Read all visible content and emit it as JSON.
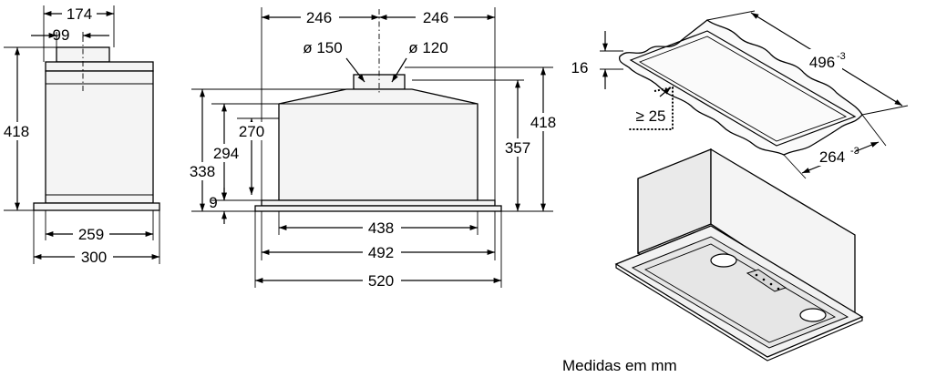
{
  "units_note": "Medidas em mm",
  "front_view": {
    "dim_top": "174",
    "dim_duct": "99",
    "dim_height": "418",
    "dim_inner": "259",
    "dim_base": "300"
  },
  "side_view": {
    "dim_left_half": "246",
    "dim_right_half": "246",
    "dim_duct_large": "ø 150",
    "dim_duct_small": "ø 120",
    "dim_total_height": "418",
    "dim_body_height": "357",
    "dim_338": "338",
    "dim_294": "294",
    "dim_270": "270",
    "dim_9": "9",
    "dim_438": "438",
    "dim_492": "492",
    "dim_520": "520"
  },
  "cutout": {
    "dim_thickness": "16",
    "dim_length": "496",
    "dim_length_tol": "-3",
    "dim_width": "264",
    "dim_width_tol": "-3",
    "dim_min_clearance": "≥ 25"
  }
}
